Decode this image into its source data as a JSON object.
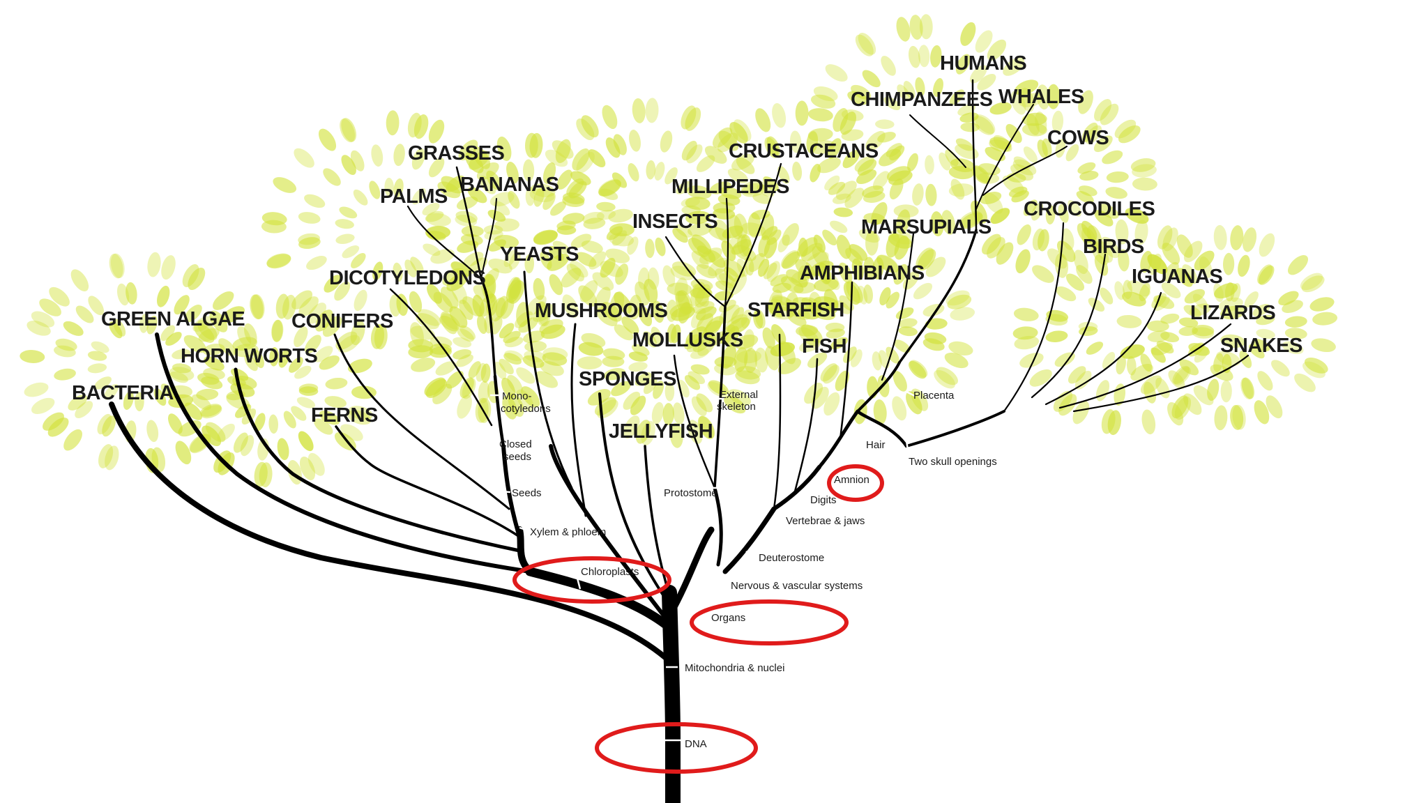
{
  "taxa": {
    "humans": "HUMANS",
    "chimpanzees": "CHIMPANZEES",
    "whales": "WHALES",
    "cows": "COWS",
    "grasses": "GRASSES",
    "crustaceans": "CRUSTACEANS",
    "palms": "PALMS",
    "bananas": "BANANAS",
    "millipedes": "MILLIPEDES",
    "insects": "INSECTS",
    "marsupials": "MARSUPIALS",
    "crocodiles": "CROCODILES",
    "yeasts": "YEASTS",
    "birds": "BIRDS",
    "dicotyledons": "DICOTYLEDONS",
    "amphibians": "AMPHIBIANS",
    "iguanas": "IGUANAS",
    "mushrooms": "MUSHROOMS",
    "starfish": "STARFISH",
    "green_algae": "GREEN ALGAE",
    "conifers": "CONIFERS",
    "lizards": "LIZARDS",
    "mollusks": "MOLLUSKS",
    "horn_worts": "HORN WORTS",
    "fish": "FISH",
    "snakes": "SNAKES",
    "sponges": "SPONGES",
    "bacteria": "BACTERIA",
    "ferns": "FERNS",
    "jellyfish": "JELLYFISH"
  },
  "traits": {
    "monocotyledons_1": "Mono-",
    "monocotyledons_2": "cotyledons",
    "external_skeleton_1": "External",
    "external_skeleton_2": "skeleton",
    "placenta": "Placenta",
    "closed_seeds_1": "Closed",
    "closed_seeds_2": "seeds",
    "hair": "Hair",
    "two_skull_openings": "Two skull openings",
    "amnion": "Amnion",
    "protostome": "Protostome",
    "seeds": "Seeds",
    "digits": "Digits",
    "vertebrae_jaws": "Vertebrae & jaws",
    "xylem_phloem": "Xylem & phloem",
    "deuterostome": "Deuterostome",
    "chloroplasts": "Chloroplasts",
    "nervous_vascular": "Nervous & vascular systems",
    "organs": "Organs",
    "mitochondria_nuclei": "Mitochondria & nuclei",
    "dna": "DNA"
  },
  "colors": {
    "foliage": "#d2e23c",
    "branch": "#000000",
    "highlight": "#e01b1b"
  }
}
